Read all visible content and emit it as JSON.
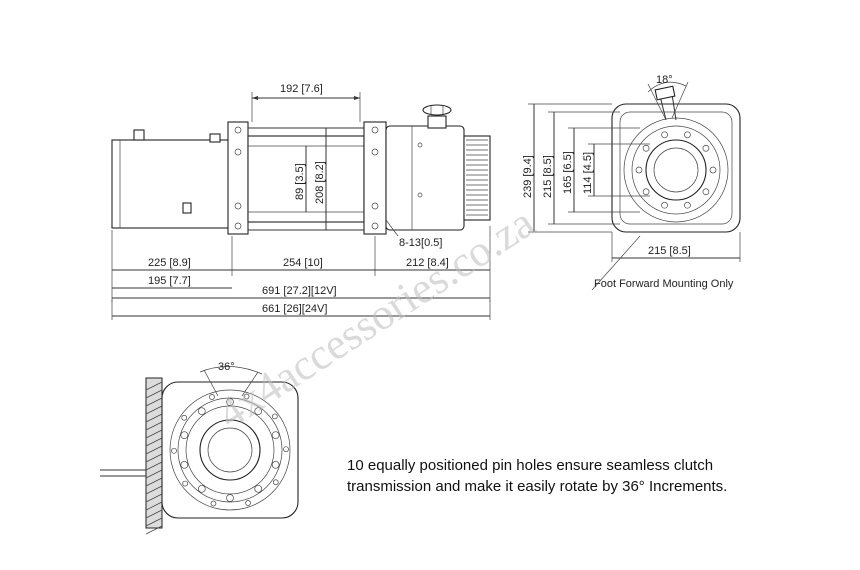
{
  "dimensions": {
    "d_192": "192 [7.6]",
    "d_89": "89 [3.5]",
    "d_208": "208 [8.2]",
    "d_8_13": "8-13[0.5]",
    "d_225": "225 [8.9]",
    "d_254": "254 [10]",
    "d_212": "212 [8.4]",
    "d_195": "195 [7.7]",
    "d_691": "691 [27.2][12V]",
    "d_661": "661 [26][24V]",
    "d_18deg": "18°",
    "d_239": "239 [9.4]",
    "d_215v": "215 [8.5]",
    "d_165": "165 [6.5]",
    "d_114": "114 [4.5]",
    "d_215h": "215 [8.5]",
    "d_36deg": "36°"
  },
  "notes": {
    "foot_mounting": "Foot Forward Mounting Only",
    "caption": "10 equally positioned pin holes ensure seamless clutch transmission and make it easily rotate by 36° Increments."
  },
  "watermark": "4x4accessories.co.za"
}
